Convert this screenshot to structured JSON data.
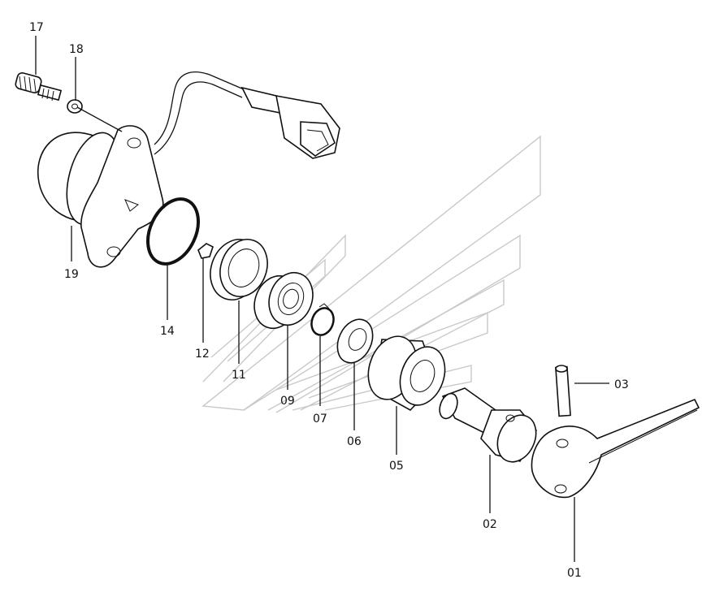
{
  "diagram": {
    "callouts": [
      {
        "id": "17",
        "text": "17"
      },
      {
        "id": "18",
        "text": "18"
      },
      {
        "id": "19",
        "text": "19"
      },
      {
        "id": "14",
        "text": "14"
      },
      {
        "id": "12",
        "text": "12"
      },
      {
        "id": "11",
        "text": "11"
      },
      {
        "id": "09",
        "text": "09"
      },
      {
        "id": "07",
        "text": "07"
      },
      {
        "id": "06",
        "text": "06"
      },
      {
        "id": "05",
        "text": "05"
      },
      {
        "id": "02",
        "text": "02"
      },
      {
        "id": "03",
        "text": "03"
      },
      {
        "id": "01",
        "text": "01"
      }
    ],
    "colors": {
      "line": "#111111",
      "watermark": "#c9c9c9",
      "background": "#ffffff"
    }
  }
}
